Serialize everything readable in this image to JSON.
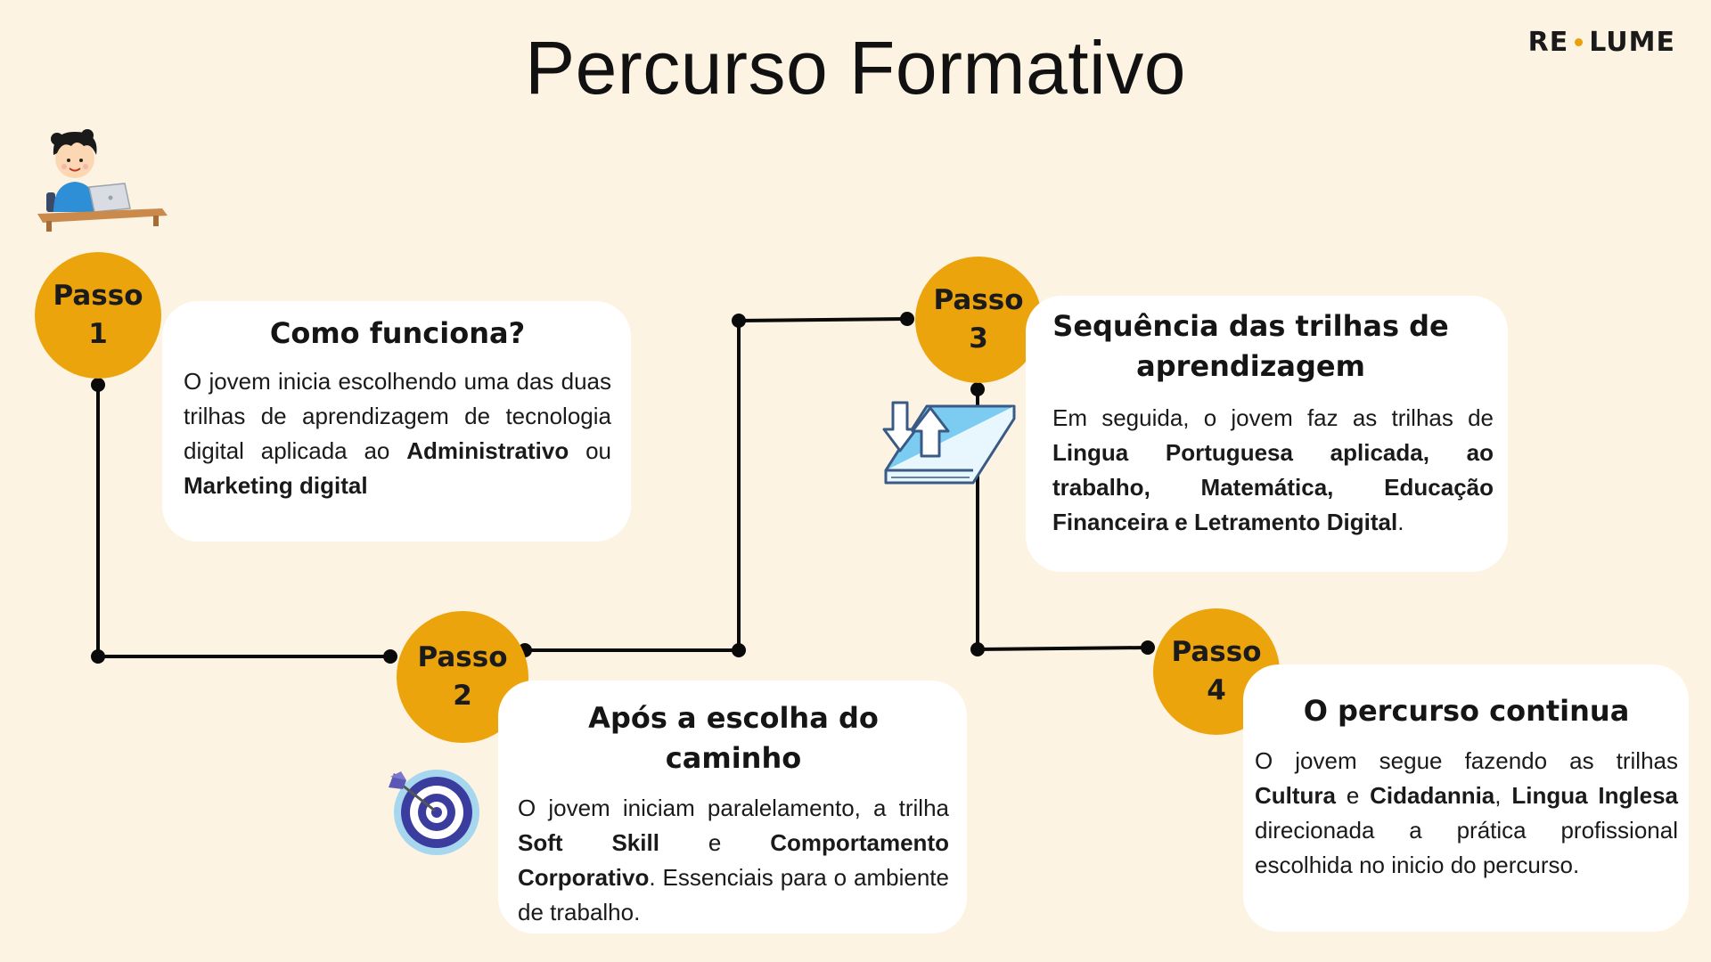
{
  "title": "Percurso Formativo",
  "logo": {
    "left": "RE",
    "right": "LUME",
    "dot_color": "#e8a10a"
  },
  "colors": {
    "background": "#fdf3e3",
    "step_circle": "#eba40c",
    "card": "#ffffff",
    "line": "#0a0a0a"
  },
  "steps": [
    {
      "label": "Passo",
      "number": "1",
      "heading": "Como funciona?",
      "text": [
        {
          "t": "O jovem inicia escolhendo uma das duas trilhas de aprendizagem de tecnologia digital aplicada ao "
        },
        {
          "b": "Administrativo"
        },
        {
          "t": " ou "
        },
        {
          "b": "Marketing digital"
        }
      ],
      "icon": "person-at-laptop-icon"
    },
    {
      "label": "Passo",
      "number": "2",
      "heading": "Após a escolha do caminho",
      "text": [
        {
          "t": "O jovem iniciam paralelamento, a trilha "
        },
        {
          "b": "Soft Skill"
        },
        {
          "t": " e "
        },
        {
          "b": "Comportamento Corporativo"
        },
        {
          "t": ". Essenciais para o ambiente de trabalho."
        }
      ],
      "icon": "target-dart-icon"
    },
    {
      "label": "Passo",
      "number": "3",
      "heading": "Sequência das trilhas de aprendizagem",
      "text": [
        {
          "t": "Em seguida, o jovem faz as trilhas de "
        },
        {
          "b": "Lingua Portuguesa aplicada, ao trabalho, Matemática, Educação Financeira e Letramento Digital"
        },
        {
          "t": "."
        }
      ],
      "icon": "book-arrows-icon"
    },
    {
      "label": "Passo",
      "number": "4",
      "heading": "O percurso continua",
      "text": [
        {
          "t": "O jovem segue fazendo as trilhas "
        },
        {
          "b": "Cultura"
        },
        {
          "t": " e "
        },
        {
          "b": "Cidadannia"
        },
        {
          "t": ", "
        },
        {
          "b": "Lingua Inglesa"
        },
        {
          "t": " direcionada a prática profissional escolhida no inicio do percurso."
        }
      ]
    }
  ]
}
